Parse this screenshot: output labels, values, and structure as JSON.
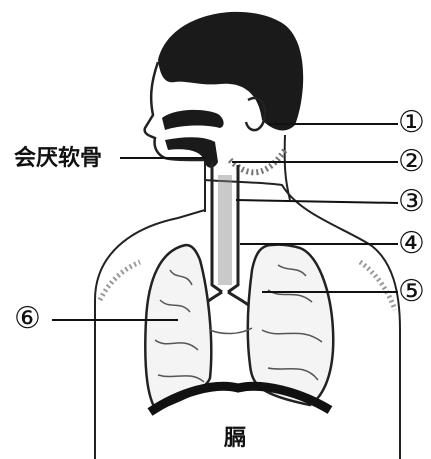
{
  "labels": {
    "epiglottis": "会厌软骨",
    "diaphragm": "膈",
    "markers": [
      "①",
      "②",
      "③",
      "④",
      "⑤",
      "⑥"
    ]
  },
  "colors": {
    "ink": "#111111",
    "shade": "#555555",
    "paper": "#ffffff"
  }
}
